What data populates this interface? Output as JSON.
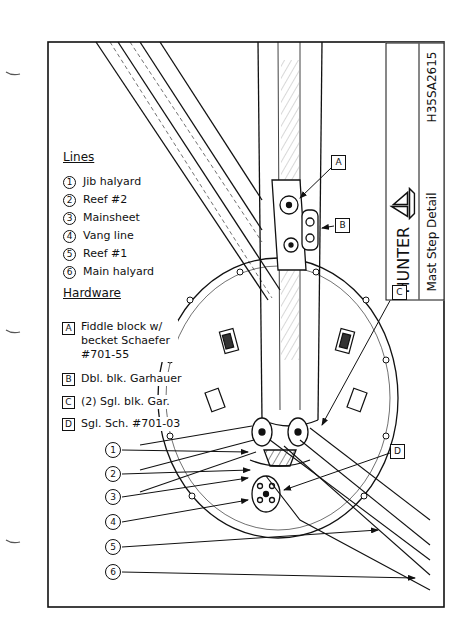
{
  "diagram": {
    "nodes": [
      {
        "text": [
          "HUNTER",
          "Mast Step Detail",
          "H35SA2615"
        ]
      },
      {
        "text": [
          "1"
        ]
      },
      {
        "text": [
          "2"
        ]
      },
      {
        "text": [
          "3"
        ]
      },
      {
        "text": [
          "4"
        ]
      },
      {
        "text": [
          "5"
        ]
      },
      {
        "text": [
          "6"
        ]
      },
      {
        "text": [
          "A"
        ]
      },
      {
        "text": [
          "B"
        ]
      },
      {
        "text": [
          "C"
        ]
      },
      {
        "text": [
          "D"
        ]
      },
      {
        "text": [
          "A"
        ]
      },
      {
        "text": [
          "B"
        ]
      },
      {
        "text": [
          "C"
        ]
      },
      {
        "text": [
          "D"
        ]
      },
      {
        "text": [
          "1"
        ]
      },
      {
        "text": [
          "2"
        ]
      },
      {
        "text": [
          "3"
        ]
      },
      {
        "text": [
          "4"
        ]
      },
      {
        "text": [
          "5"
        ]
      },
      {
        "text": [
          "6"
        ]
      }
    ],
    "labels": [
      "Lines",
      "Jib halyard",
      "Reef #2",
      "Mainsheet",
      "Vang line",
      "Reef #1",
      "Main halyard",
      "Hardware",
      "Fiddle block w/ becket Schaefer #701-55",
      "Dbl. blk. Garhauer",
      "(2) Sgl. blk. Gar.",
      "Sgl. Sch. #701-03"
    ]
  }
}
